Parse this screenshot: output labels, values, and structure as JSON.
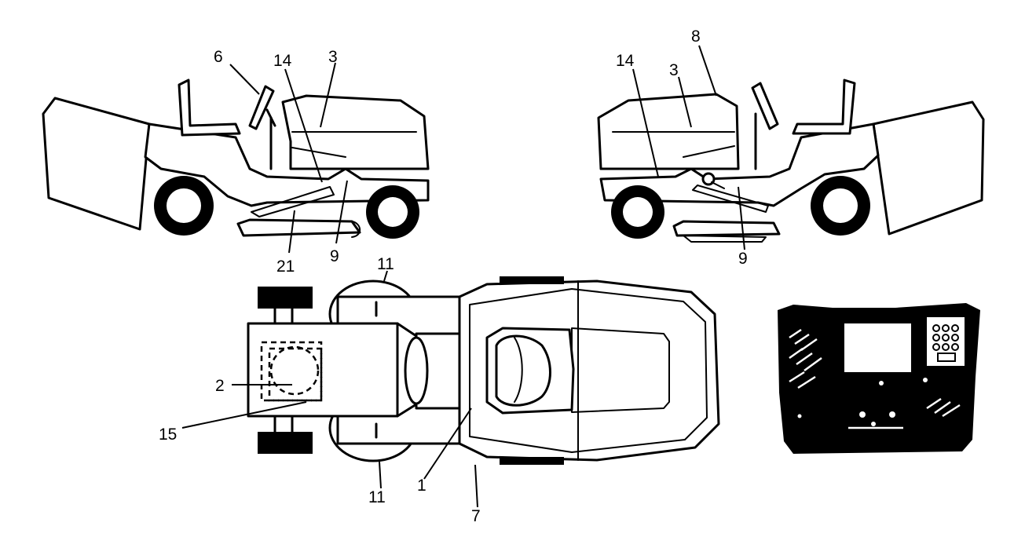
{
  "callouts": {
    "left_view": {
      "c6": "6",
      "c14": "14",
      "c3": "3",
      "c21": "21",
      "c9": "9"
    },
    "right_view": {
      "c8": "8",
      "c14": "14",
      "c3": "3",
      "c9": "9"
    },
    "top_view": {
      "c11_top": "11",
      "c2": "2",
      "c15": "15",
      "c11_bottom": "11",
      "c1": "1",
      "c7": "7"
    }
  },
  "colors": {
    "line": "#000000",
    "background": "#ffffff"
  }
}
